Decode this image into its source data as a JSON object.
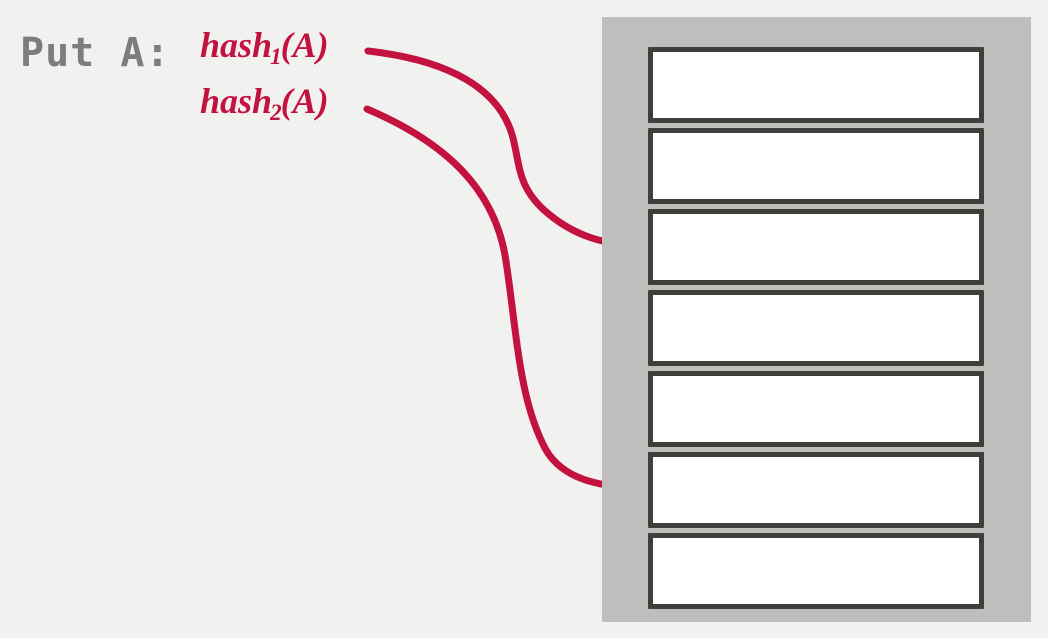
{
  "scene": {
    "operation_label": "Put A:"
  },
  "hash_functions": [
    {
      "fn": "hash",
      "sub": "1",
      "args": "(A)",
      "target_slot": 3
    },
    {
      "fn": "hash",
      "sub": "2",
      "args": "(A)",
      "target_slot": 6
    }
  ],
  "hash_table": {
    "slot_count": 7,
    "slots": [
      {
        "index": 1,
        "value": ""
      },
      {
        "index": 2,
        "value": ""
      },
      {
        "index": 3,
        "value": ""
      },
      {
        "index": 4,
        "value": ""
      },
      {
        "index": 5,
        "value": ""
      },
      {
        "index": 6,
        "value": ""
      },
      {
        "index": 7,
        "value": ""
      }
    ]
  },
  "colors": {
    "background": "#f1f1f0",
    "table_fill": "#bfbebc",
    "slot_fill": "#ffffff",
    "slot_border": "#403e3a",
    "accent_red": "#c41240",
    "label_gray": "#7d7d7d"
  }
}
